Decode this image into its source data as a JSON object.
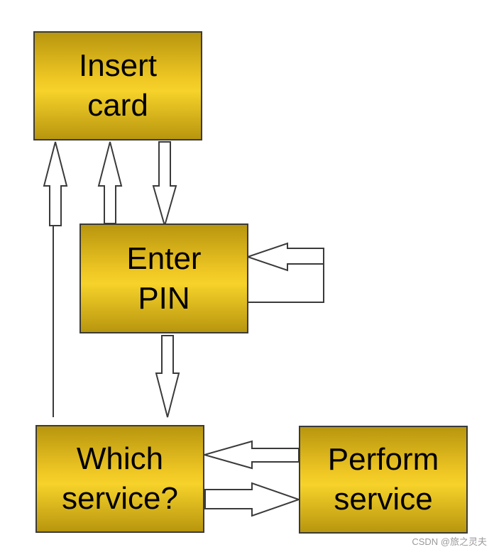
{
  "boxes": {
    "insert_card": [
      "Insert",
      "card"
    ],
    "enter_pin": [
      "Enter",
      "PIN"
    ],
    "which_service": [
      "Which",
      "service?"
    ],
    "perform_service": [
      "Perform",
      "service"
    ]
  },
  "colors": {
    "box_fill": "#f1c925",
    "box_shade": "#b8960e",
    "stroke": "#3a3a3a"
  },
  "watermark": "CSDN @旅之灵夫"
}
